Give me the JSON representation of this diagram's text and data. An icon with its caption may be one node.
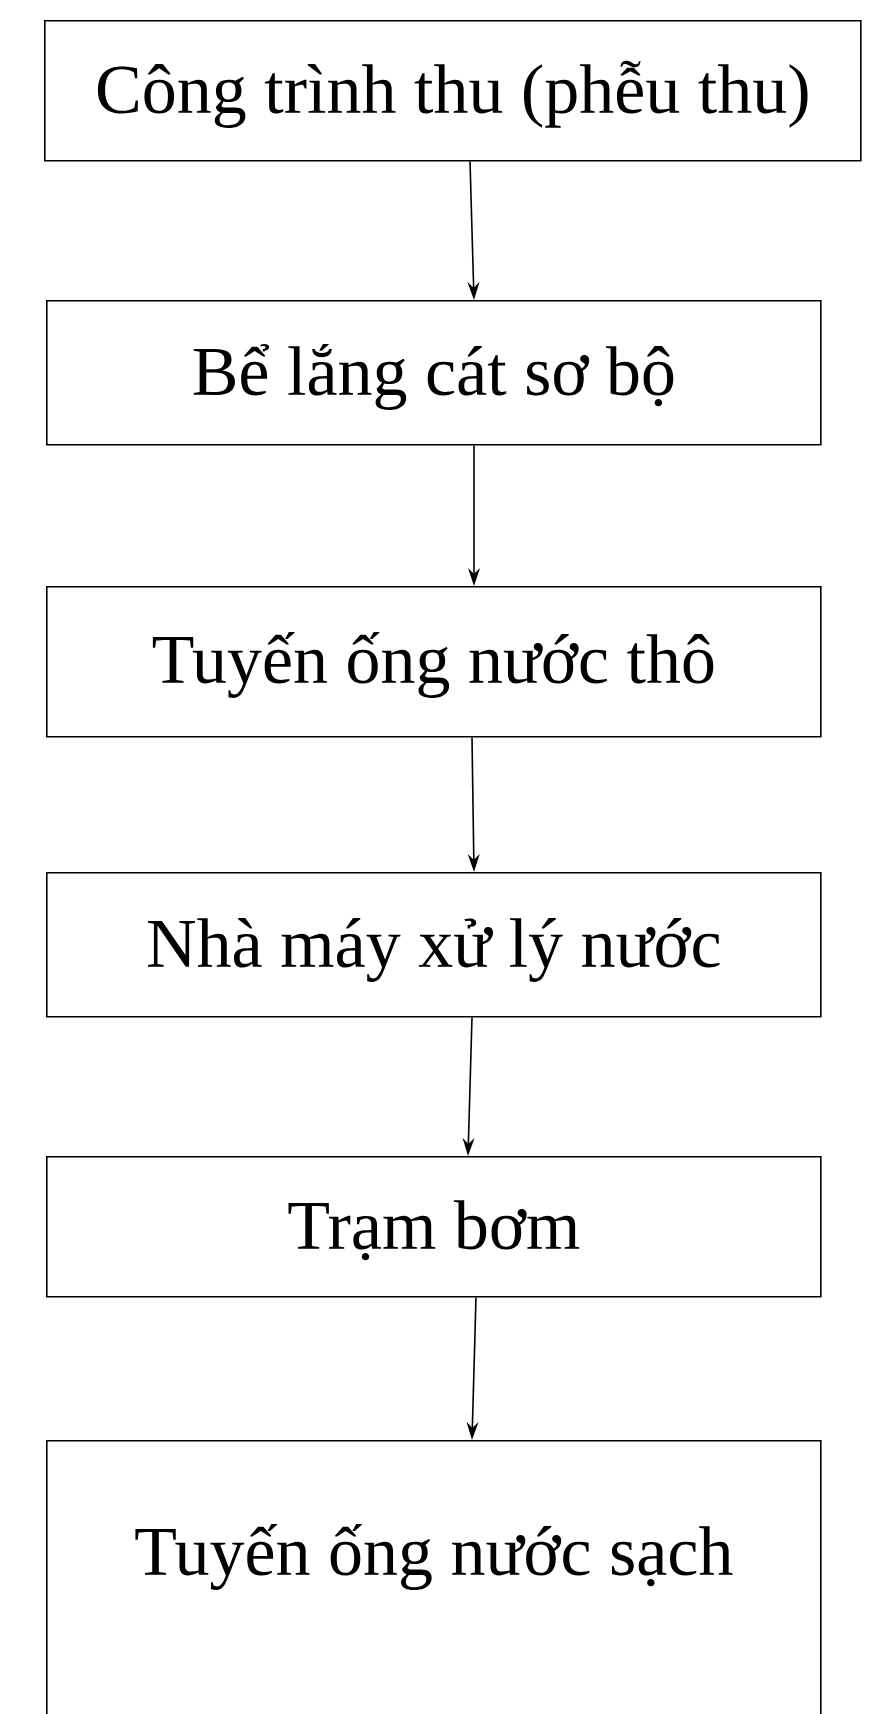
{
  "diagram": {
    "nodes": [
      {
        "text": [
          "Công trình thu (phễu thu)"
        ]
      },
      {
        "text": [
          "Bể lắng cát sơ bộ"
        ]
      },
      {
        "text": [
          "Tuyến ống nước thô"
        ]
      },
      {
        "text": [
          "Nhà máy xử lý nước"
        ]
      },
      {
        "text": [
          "Trạm bơm"
        ]
      },
      {
        "text": [
          "Tuyến ống nước sạch"
        ]
      }
    ],
    "edges": [
      {
        "from": 0,
        "to": 1,
        "arrow": "to"
      },
      {
        "from": 1,
        "to": 2,
        "arrow": "to"
      },
      {
        "from": 2,
        "to": 3,
        "arrow": "to"
      },
      {
        "from": 3,
        "to": 4,
        "arrow": "to"
      },
      {
        "from": 4,
        "to": 5,
        "arrow": "to"
      }
    ]
  }
}
